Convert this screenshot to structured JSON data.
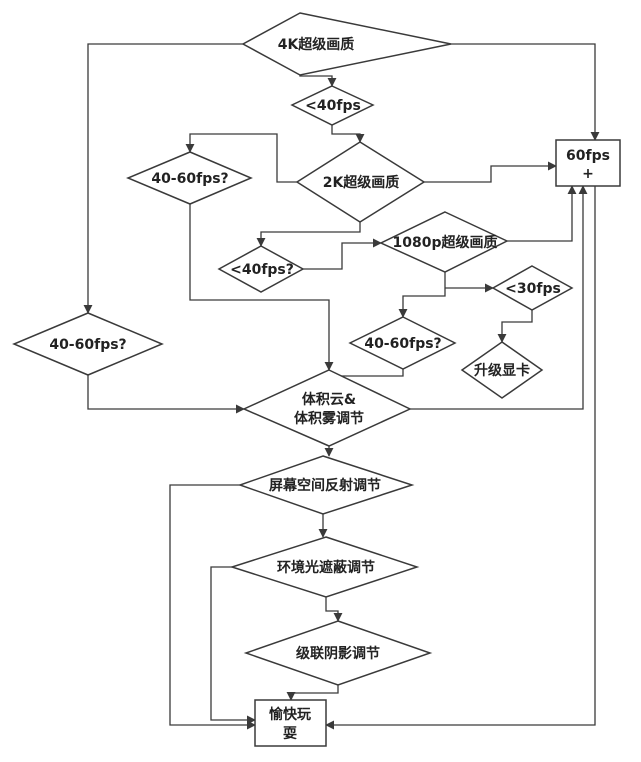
{
  "nodes": {
    "q4k": "4K超级画质",
    "lt40_top": "<40fps",
    "q2k": "2K超级画质",
    "fps40_60_a": "40-60fps?",
    "lt40_mid": "<40fps?",
    "q1080": "1080p超级画质",
    "lt30": "<30fps",
    "upgrade": "升级显卡",
    "fps40_60_b": "40-60fps?",
    "fps40_60_left": "40-60fps?",
    "fps60_l1": "60fps",
    "fps60_l2": "+",
    "cloud_l1": "体积云&",
    "cloud_l2": "体积雾调节",
    "ssr": "屏幕空间反射调节",
    "ao": "环境光遮蔽调节",
    "shadow": "级联阴影调节",
    "enjoy_l1": "愉快玩",
    "enjoy_l2": "耍"
  },
  "colors": {
    "stroke": "#3a3a3a",
    "text": "#222222",
    "background": "#ffffff"
  }
}
